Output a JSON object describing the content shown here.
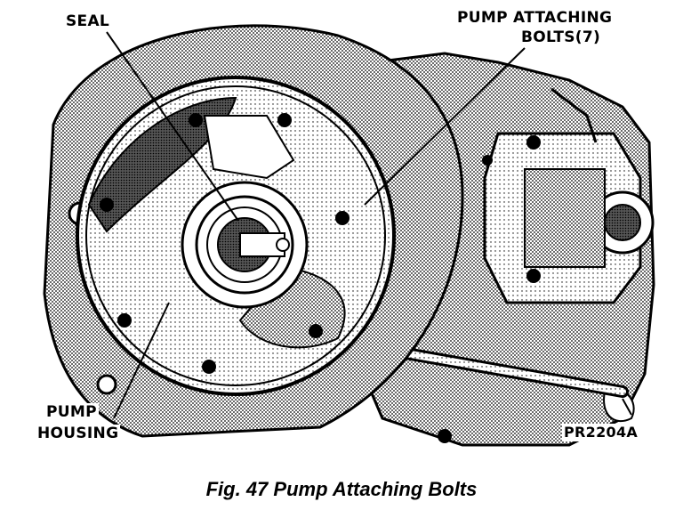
{
  "labels": {
    "seal": "SEAL",
    "pump_bolts_line1": "PUMP ATTACHING",
    "pump_bolts_line2": "BOLTS(7)",
    "pump_housing_line1": "PUMP",
    "pump_housing_line2": "HOUSING",
    "figure_code": "PR2204A"
  },
  "caption": "Fig. 47 Pump Attaching Bolts",
  "colors": {
    "ink": "#000000",
    "paper": "#ffffff",
    "shade": "#8a8a8a"
  }
}
